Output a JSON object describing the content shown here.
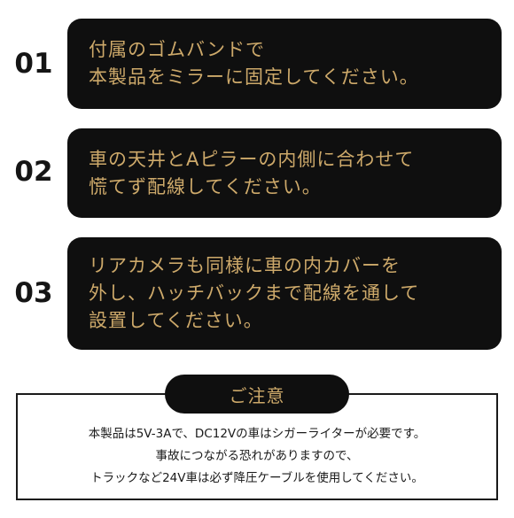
{
  "colors": {
    "box_bg": "#0f0f0f",
    "accent_text": "#cda96a",
    "body_text": "#1a1a1a"
  },
  "steps": [
    {
      "number": "01",
      "lines": [
        "付属のゴムバンドで",
        "本製品をミラーに固定してください。"
      ]
    },
    {
      "number": "02",
      "lines": [
        "車の天井とAピラーの内側に合わせて",
        "慌てず配線してください。"
      ]
    },
    {
      "number": "03",
      "lines": [
        "リアカメラも同様に車の内カバーを",
        "外し、ハッチバックまで配線を通して",
        "設置してください。"
      ]
    }
  ],
  "notice": {
    "title": "ご注意",
    "lines": [
      "本製品は5V-3Aで、DC12Vの車はシガーライターが必要です。",
      "事故につながる恐れがありますので、",
      "トラックなど24V車は必ず降圧ケーブルを使用してください。"
    ]
  }
}
